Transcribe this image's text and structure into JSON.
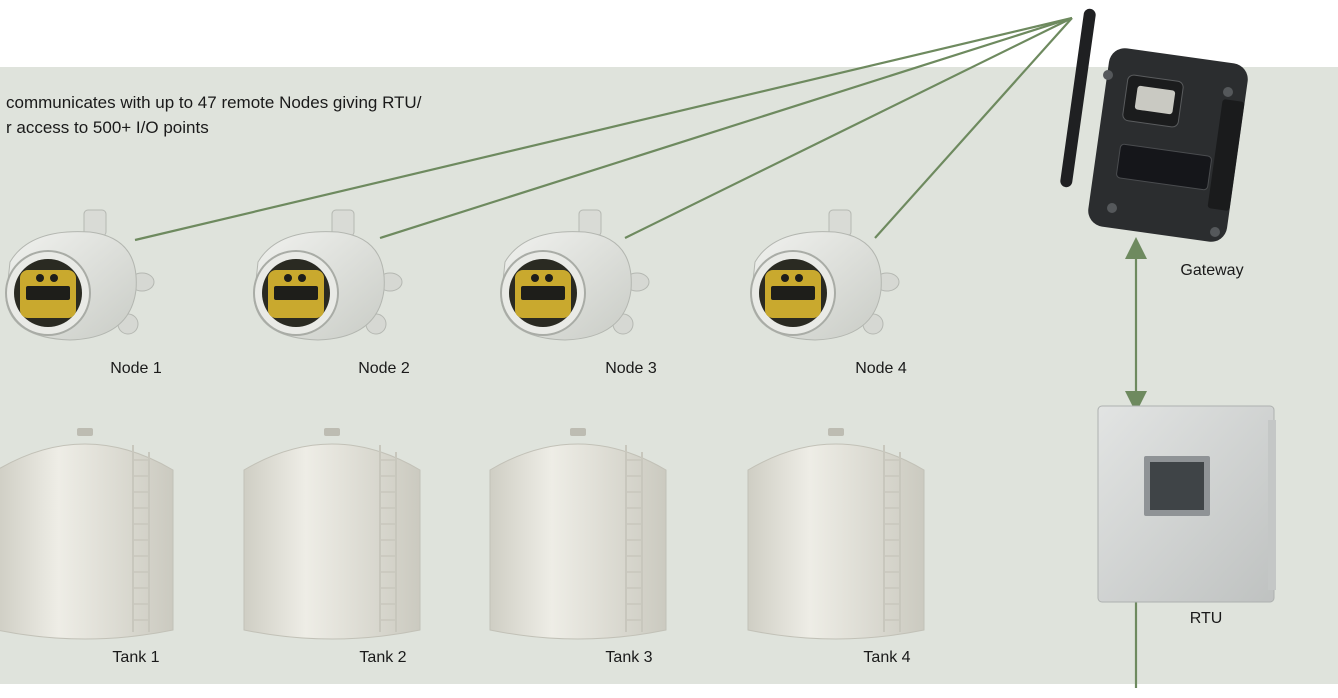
{
  "headline": {
    "line1": "communicates with up to 47 remote Nodes giving RTU/",
    "line2": "r access to 500+ I/O points"
  },
  "nodes": [
    {
      "label": "Node 1"
    },
    {
      "label": "Node 2"
    },
    {
      "label": "Node 3"
    },
    {
      "label": "Node 4"
    }
  ],
  "tanks": [
    {
      "label": "Tank 1"
    },
    {
      "label": "Tank 2"
    },
    {
      "label": "Tank 3"
    },
    {
      "label": "Tank 4"
    }
  ],
  "gateway": {
    "label": "Gateway"
  },
  "rtu": {
    "label": "RTU"
  },
  "colors": {
    "panel": "#dfe3dc",
    "link": "#6e8a5f",
    "device_body": "#e4e6e2",
    "display_bezel": "#c9a92e",
    "tank_body": "#e6e5dc",
    "gateway_body": "#2b2d2f",
    "rtu_body": "#d3d5d4"
  },
  "icons": {
    "node": "wireless-node-icon",
    "tank": "storage-tank-icon",
    "gateway": "wireless-gateway-icon",
    "rtu": "rtu-enclosure-icon",
    "antenna": "antenna-icon"
  }
}
